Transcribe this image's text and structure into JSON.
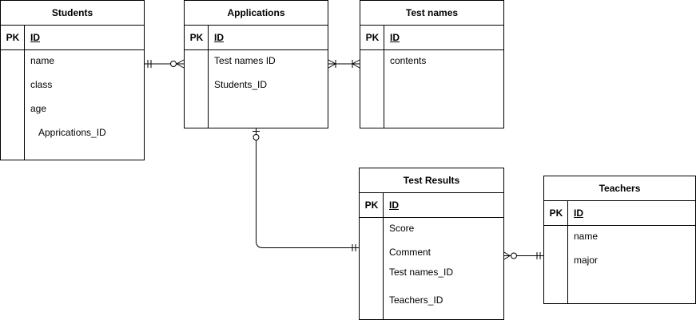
{
  "entities": {
    "students": {
      "name": "Students",
      "pk_label": "PK",
      "pk_field": "ID",
      "attributes": [
        "name",
        "class",
        "age",
        "Apprications_ID"
      ]
    },
    "applications": {
      "name": "Applications",
      "pk_label": "PK",
      "pk_field": "ID",
      "attributes": [
        "Test names ID",
        "Students_ID"
      ]
    },
    "test_names": {
      "name": "Test names",
      "pk_label": "PK",
      "pk_field": "ID",
      "attributes": [
        "contents"
      ]
    },
    "test_results": {
      "name": "Test Results",
      "pk_label": "PK",
      "pk_field": "ID",
      "attributes": [
        "Score",
        "Comment",
        "Test names_ID",
        "Teachers_ID"
      ]
    },
    "teachers": {
      "name": "Teachers",
      "pk_label": "PK",
      "pk_field": "ID",
      "attributes": [
        "name",
        "major"
      ]
    }
  },
  "relationships": [
    {
      "from": "Students",
      "to": "Applications",
      "from_cardinality": "exactly-one",
      "to_cardinality": "zero-or-many"
    },
    {
      "from": "Applications",
      "to": "Test names",
      "from_cardinality": "one-or-many",
      "to_cardinality": "one-or-many"
    },
    {
      "from": "Applications",
      "to": "Test Results",
      "from_cardinality": "zero-or-one",
      "to_cardinality": "exactly-one"
    },
    {
      "from": "Test Results",
      "to": "Teachers",
      "from_cardinality": "zero-or-many",
      "to_cardinality": "exactly-one"
    }
  ]
}
